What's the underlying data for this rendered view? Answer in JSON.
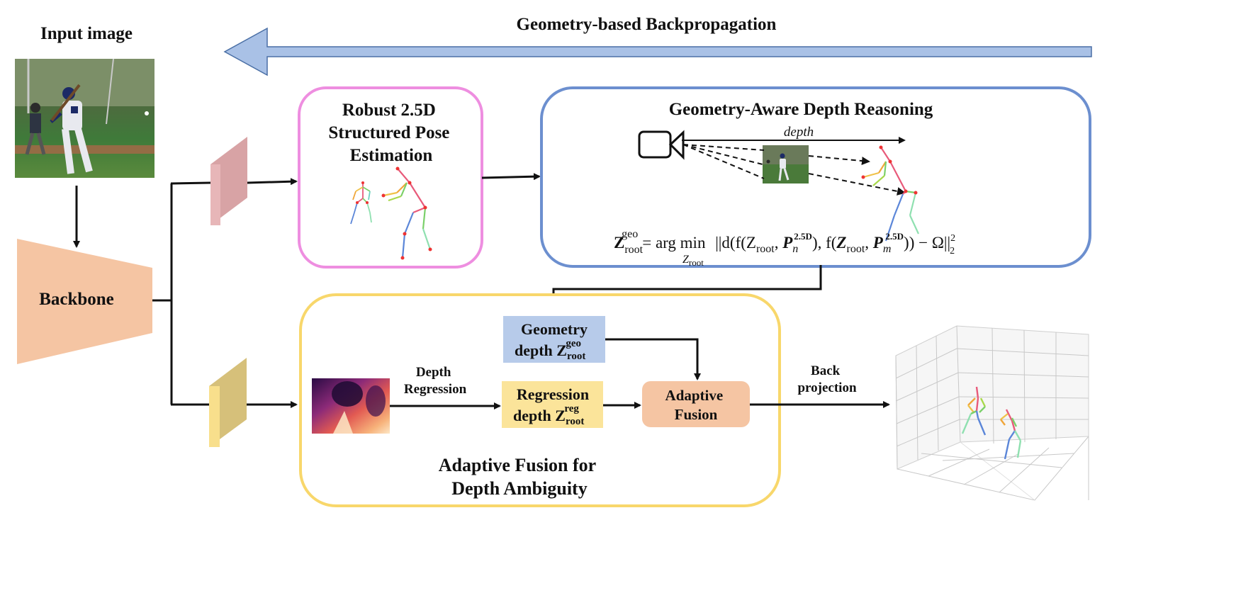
{
  "header": {
    "input_label": "Input image",
    "backprop_label": "Geometry-based Backpropagation"
  },
  "backbone": {
    "label": "Backbone"
  },
  "pose_box": {
    "title_lines": [
      "Robust 2.5D",
      "Structured Pose",
      "Estimation"
    ]
  },
  "depth_box": {
    "title": "Geometry-Aware Depth Reasoning",
    "depth_label": "depth",
    "equation": {
      "lhs": "Z",
      "lhs_sup": "geo",
      "lhs_sub": "root",
      "eq_argmin": "= arg min",
      "argmin_sub": "Z",
      "argmin_sub_sub": "root",
      "body_start": "||d(f(Z",
      "root": "root",
      "P": "P",
      "sup25d": "2.5D",
      "n": "n",
      "m": "m",
      "tail": ")) − Ω||",
      "norm_sup": "2",
      "norm_sub": "2"
    }
  },
  "fusion_box": {
    "title_lines": [
      "Adaptive Fusion for",
      "Depth Ambiguity"
    ],
    "geometry_node": {
      "line1": "Geometry",
      "line2": "depth Z",
      "sup": "geo",
      "sub": "root"
    },
    "regression_node": {
      "line1": "Regression",
      "line2": "depth Z",
      "sup": "reg",
      "sub": "root"
    },
    "adaptive_node": {
      "line1": "Adaptive",
      "line2": "Fusion"
    },
    "depth_regression_label": [
      "Depth",
      "Regression"
    ]
  },
  "back_projection_label": [
    "Back",
    "projection"
  ],
  "colors": {
    "backprop_arrow": "#a9c1e6",
    "backprop_stroke": "#4a6fa5",
    "backbone": "#f5c5a3",
    "pose_border": "#ee8ee0",
    "depth_border": "#6c8fcf",
    "fusion_border": "#f8d76b",
    "geometry_node": "#b7cbea",
    "regression_node": "#fbe49a",
    "adaptive_node": "#f5c5a3",
    "feature_pink": "#e7b6b8",
    "feature_yellow": "#f8df8c"
  }
}
